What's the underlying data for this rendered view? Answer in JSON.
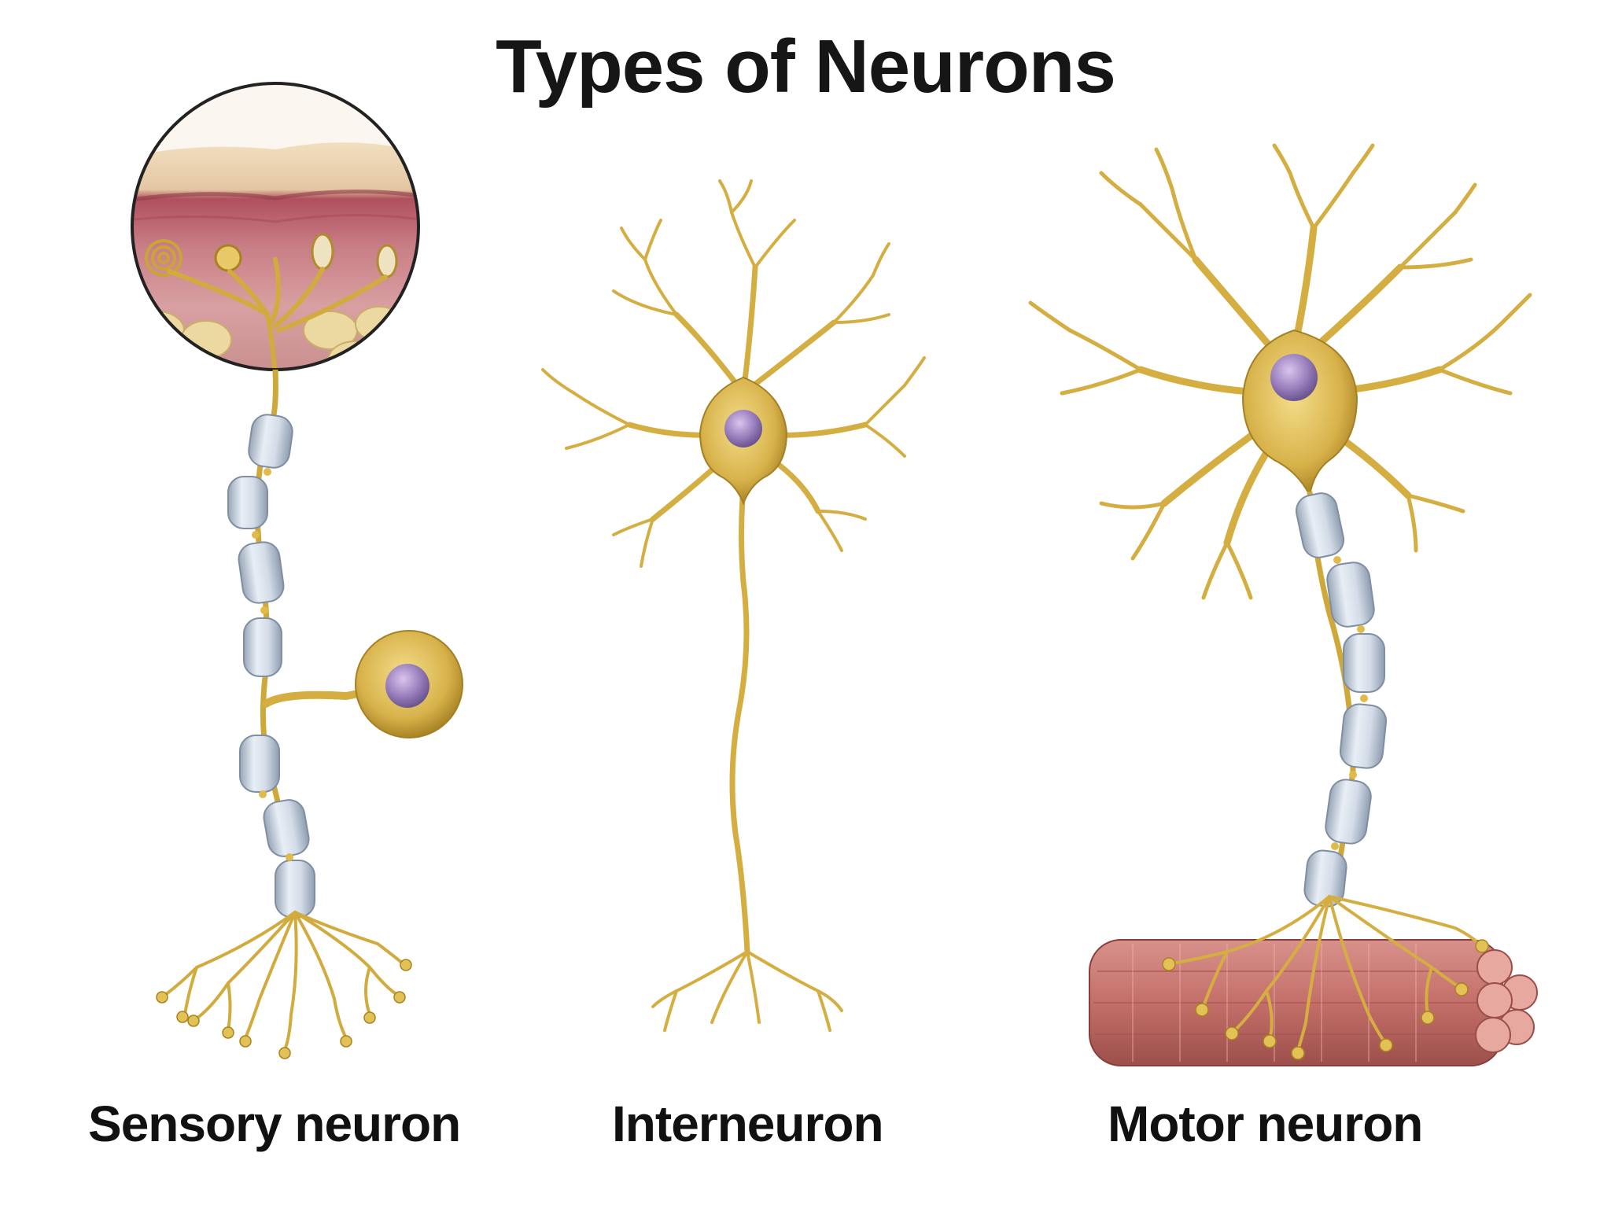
{
  "title": "Types of Neurons",
  "labels": {
    "sensory": "Sensory neuron",
    "inter": "Interneuron",
    "motor": "Motor neuron"
  },
  "colors": {
    "neuron_gold": "#d9b445",
    "neuron_dark": "#a57f1f",
    "myelin": "#c9d3df",
    "nucleus": "#9b7fb8",
    "muscle": "#c97a74",
    "skin": "#c97f86",
    "fat": "#ead9a6"
  },
  "icons": {
    "skin_inset": "skin-receptors-icon",
    "muscle": "muscle-fiber-icon"
  }
}
